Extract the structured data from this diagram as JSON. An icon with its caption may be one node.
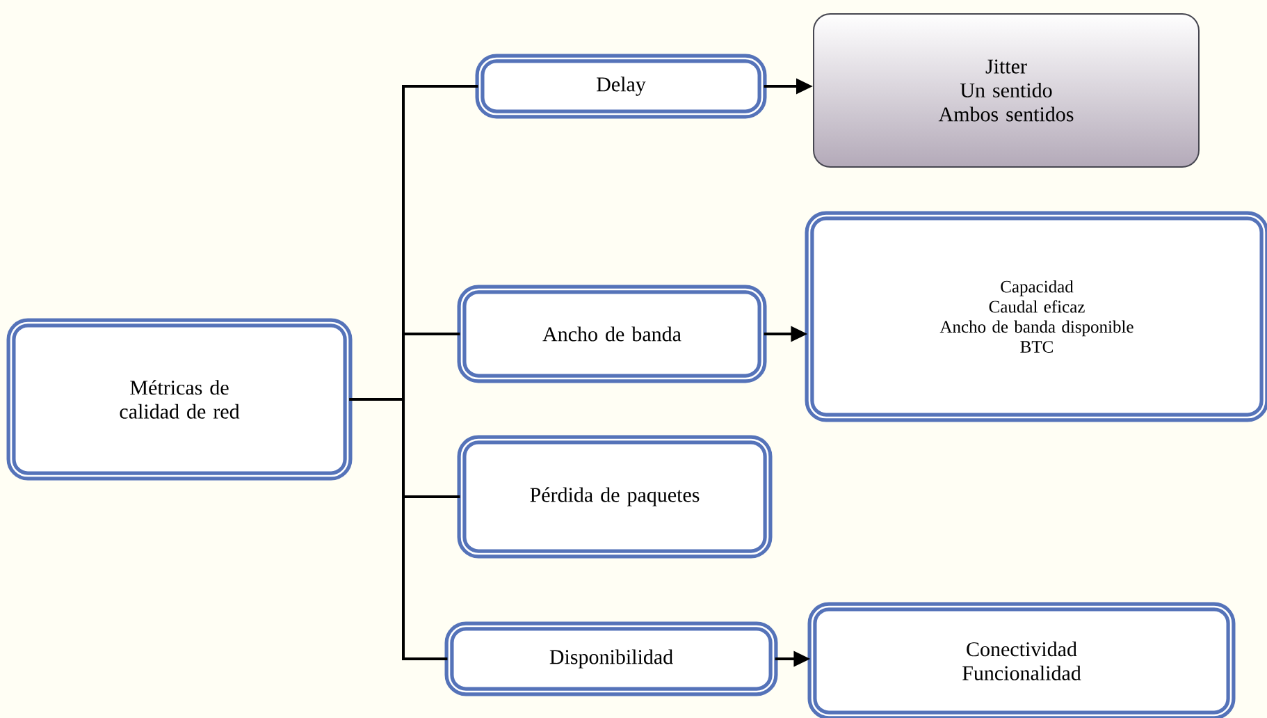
{
  "diagram": {
    "nodes": [
      {
        "text": [
          "Métricas de calidad de red"
        ]
      },
      {
        "text": [
          "Delay"
        ]
      },
      {
        "text": [
          "Jitter",
          "Un sentido",
          "Ambos sentidos"
        ]
      },
      {
        "text": [
          "Ancho de banda"
        ]
      },
      {
        "text": [
          "Capacidad",
          "Caudal eficaz",
          "Ancho de banda disponible",
          "BTC"
        ]
      },
      {
        "text": [
          "Pérdida de paquetes"
        ]
      },
      {
        "text": [
          "Disponibilidad"
        ]
      },
      {
        "text": [
          "Conectividad",
          "Funcionalidad"
        ]
      }
    ],
    "edges": [
      {
        "from": 0,
        "to": 1,
        "arrow": "none"
      },
      {
        "from": 0,
        "to": 3,
        "arrow": "none"
      },
      {
        "from": 0,
        "to": 5,
        "arrow": "none"
      },
      {
        "from": 0,
        "to": 6,
        "arrow": "none"
      },
      {
        "from": 1,
        "to": 2,
        "arrow": "to"
      },
      {
        "from": 3,
        "to": 4,
        "arrow": "to"
      },
      {
        "from": 6,
        "to": 7,
        "arrow": "to"
      }
    ]
  }
}
